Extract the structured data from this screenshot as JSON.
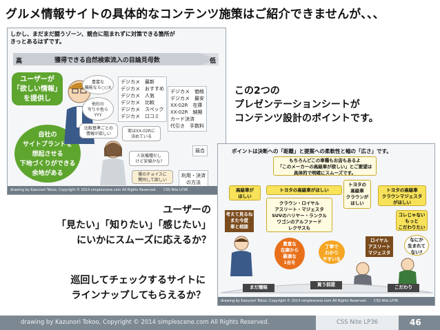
{
  "title": "グルメ情報サイトの具体的なコンテンツ施策はご紹介できませんが、、、",
  "slide1": {
    "header": "しかし、まだまだ闘うゾーン、競合に阻まれずに対策できる箇所が\nきっとあるはずです。",
    "band_label": "獲得できる自然検索流入の目論見母数",
    "label_high": "高",
    "label_low": "低",
    "box_user": "ユーザーが\n「欲しい情報」\nを提供し",
    "box_brand": "自社の\nサイトブランドを\n想起させる\n下地づくりができる\n余地がある",
    "list_a": "デジカメ　最新\nデジカメ　おすすめ\nデジカメ　人気\nデジカメ　比較\nデジカメ　スペック\nデジカメ　口コミ",
    "list_b": "デジカメ　価格\nデジカメ　最安\nXX-02R　在庫\nXX-02R　納期\nカード決済\n代引き　手数料",
    "bubble_1": "豊富な\n機能なら○○X",
    "bubble_2": "他社の\n写りや色ら\nYYY",
    "bubble_3": "比較基準ごとの\n情報が欲しい",
    "bubble_4": "実はXX-02Rに\n決めている",
    "bubble_5": "人気機種だし\nけど安値かな?",
    "bubble_6": "僕のチョイスに\n賛同して欲しい",
    "right_1": "競合",
    "right_2": "利用・決済\nの方法",
    "footer": "drawing by Kazunori Tokoo, Copyright © 2014 simplescene.com All Rights Reserved.　　CSS Nite LP36"
  },
  "mid_text": "この2つの\nプレゼンテーションシートが\nコンテンツ設計のポイントです。",
  "slide2": {
    "header": "ポイントは決断への「距離」と提案への柔軟性と幅の「広さ」です。",
    "tag_want": "もちろんどこの車種もお店もあるよ\n「このメーカーの高級車が欲しい」とご要望は\n具体的で明確にスムーズです。",
    "tag_1": "高級車が\nほしい",
    "tag_2": "トヨタの高級車がほしい",
    "tag_3": "トヨタの\n高級車\nクラウンが\nほしい",
    "tag_4": "トヨタの高級車\nクラウンマジェスタ\nがほしい",
    "list": "クラウン・ロイヤル\nアスリート・マジェスタ\nSUVのハリヤー・ランクル\nワゴンのアルファード\nレクサスも",
    "orange_1": "豊富な\n在庫から\n最適な\n1台を",
    "orange_2": "丁寧で\nわかり\nやすいな",
    "tag_left": "考えて見るね\nまた今度\n車と相談",
    "tag_right_1": "コレじゃない\nもっと\nこだわりたい",
    "tag_right_2": "なにか\n生まれて\nない?",
    "tag_royal": "ロイヤル\nアスリート\nマジェスタ",
    "band_left": "まだ曖昧",
    "band_mid": "買う前提",
    "band_right": "こだわり",
    "footer": "drawing by Kazunori Tokoo, Copyright © 2014 simplescene.com All Rights Reserved.　　CSS Nite LP36"
  },
  "question_1": "ユーザーの\n「見たい」「知りたい」「感じたい」\nにいかにスムーズに応えるか？",
  "question_2": "巡回してチェックするサイトに\nラインナップしてもらえるか？",
  "bottom": {
    "credit": "drawing by Kazunori Tokoo, Copyright © 2014 simplescene.com All Rights Reserved.",
    "event": "CSS Nite LP36",
    "page": "46"
  },
  "colors": {
    "green": "#5ea52e",
    "bar": "#7c8892",
    "yellow": "#f7e25a",
    "orange": "#e8701a"
  }
}
